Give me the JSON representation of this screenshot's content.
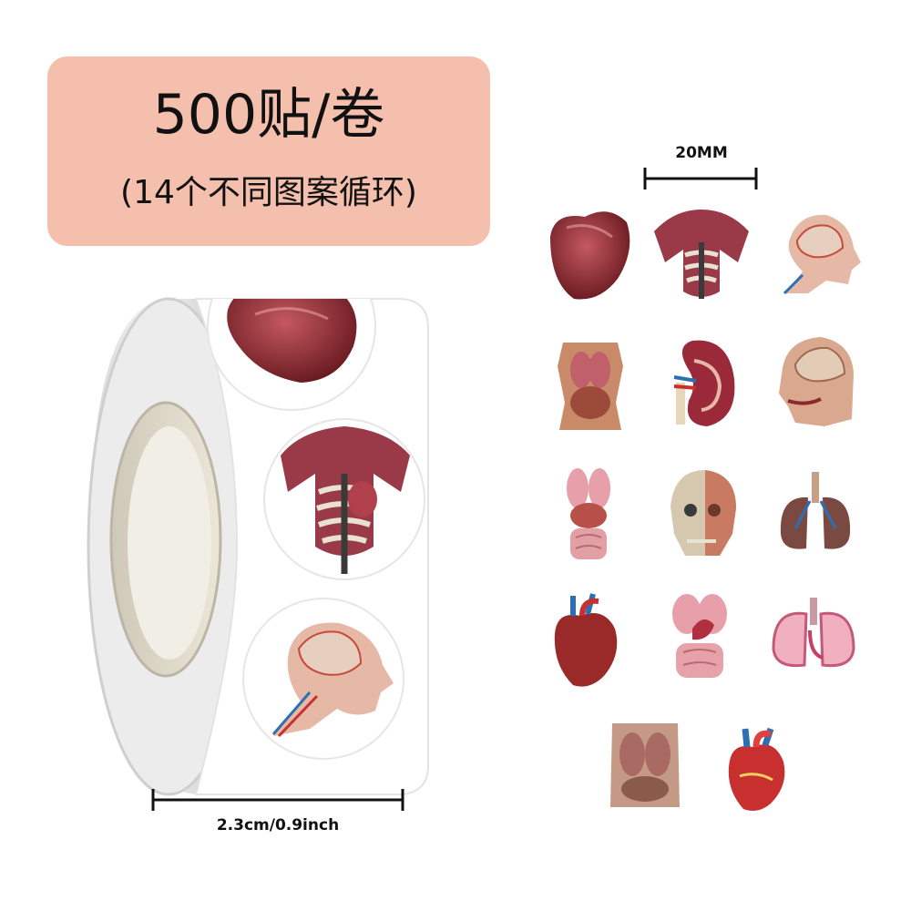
{
  "banner": {
    "title": "500贴/卷",
    "subtitle": "(14个不同图案循环)"
  },
  "roll": {
    "width_label": "2.3cm/0.9inch"
  },
  "grid": {
    "size_label": "20MM",
    "stickers": [
      {
        "name": "heart-realistic"
      },
      {
        "name": "thorax-ribcage"
      },
      {
        "name": "head-nerves"
      },
      {
        "name": "torso-organs"
      },
      {
        "name": "kidney"
      },
      {
        "name": "head-sagittal"
      },
      {
        "name": "digestive-system"
      },
      {
        "name": "skull-muscles"
      },
      {
        "name": "lungs"
      },
      {
        "name": "heart-anatomical"
      },
      {
        "name": "digestive-system-pink"
      },
      {
        "name": "lungs-pink"
      },
      {
        "name": "thorax-cavity"
      },
      {
        "name": "heart-cartoon"
      }
    ]
  },
  "colors": {
    "banner": "#f4c0ad",
    "flesh_dark": "#7a1a22",
    "flesh": "#b04a50",
    "pink": "#e79aa6",
    "bone": "#e8e2d2"
  }
}
